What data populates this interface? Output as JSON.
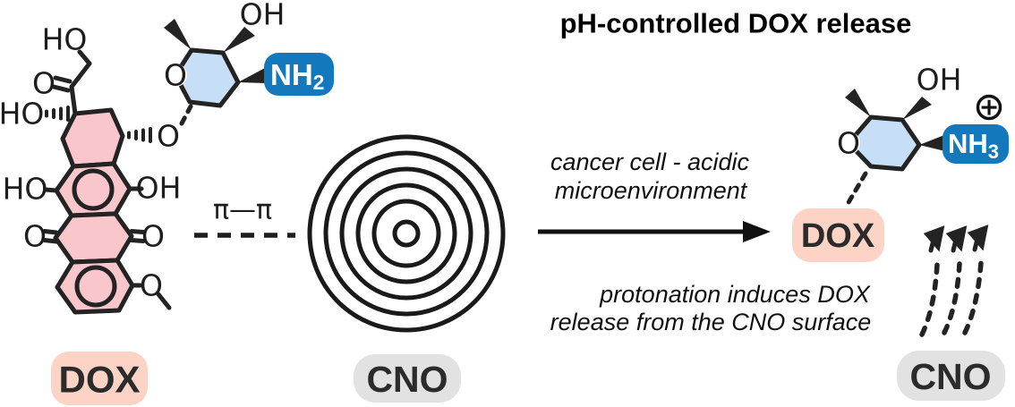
{
  "title": "pH-controlled DOX release",
  "colors": {
    "dox_ring_pink": "#f9c7cb",
    "dox_badge_peach": "#fcd3c5",
    "sugar_blue": "#c6dff7",
    "amine_blue": "#1478bd",
    "cno_badge_gray": "#e2e2e2",
    "line_dark": "#232323"
  },
  "dox": {
    "badge": "DOX",
    "atoms": {
      "ho_chain": "HO",
      "o_ketone": "O",
      "ho_c9": "HO",
      "ho_phenol": "HO",
      "oh_phenol": "OH",
      "o_quinone_left": "O",
      "o_quinone_right": "O",
      "o_methoxy": "O",
      "o_glycosidic": "O"
    },
    "sugar": {
      "o_ring": "O",
      "oh": "OH",
      "amine": {
        "main": "NH",
        "sub": "2"
      }
    }
  },
  "cno": {
    "badge": "CNO"
  },
  "interaction": {
    "pi_label": "π—π"
  },
  "reaction": {
    "condition_line1": "cancer cell - acidic",
    "condition_line2": "microenvironment",
    "note_line1": "protonation induces DOX",
    "note_line2": "release from the CNO surface"
  },
  "released": {
    "dox_badge": "DOX",
    "cno_badge": "CNO",
    "sugar": {
      "o_ring": "O",
      "oh": "OH",
      "charge": "+",
      "amine": {
        "main": "NH",
        "sub": "3"
      }
    }
  }
}
